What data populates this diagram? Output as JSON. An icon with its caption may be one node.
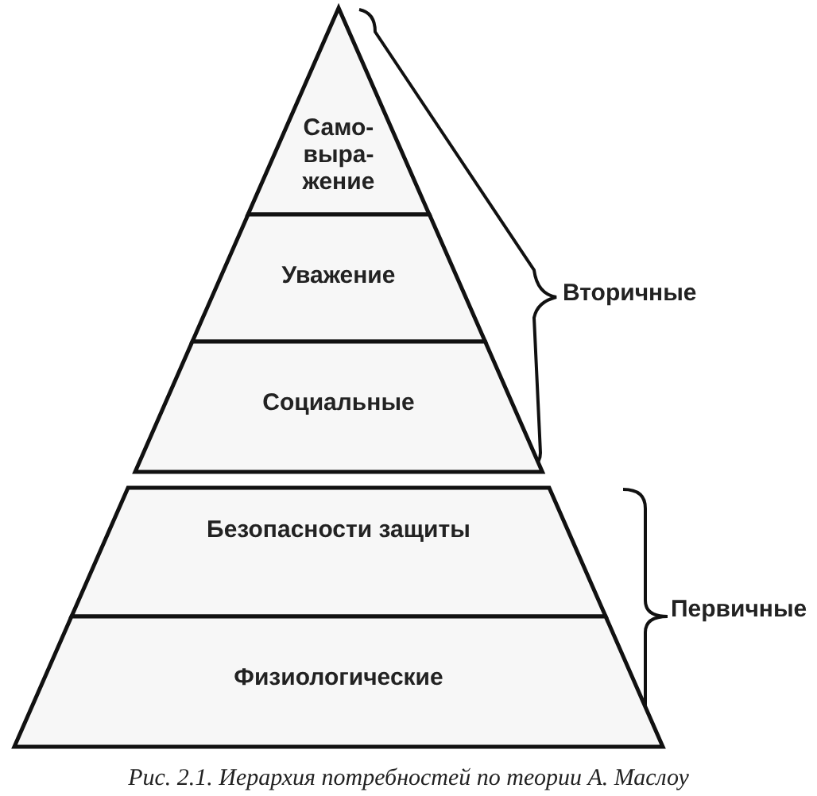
{
  "diagram": {
    "caption": "Рис. 2.1. Иерархия потребностей по теории А. Маслоу",
    "nodes": [
      {
        "text": [
          "Само- выра- жение"
        ]
      },
      {
        "text": [
          "Уважение"
        ]
      },
      {
        "text": [
          "Социальные"
        ]
      },
      {
        "text": [
          "Безопасности защиты"
        ]
      },
      {
        "text": [
          "Физиологические"
        ]
      }
    ],
    "labels": [
      "Вторичные",
      "Первичные"
    ]
  }
}
